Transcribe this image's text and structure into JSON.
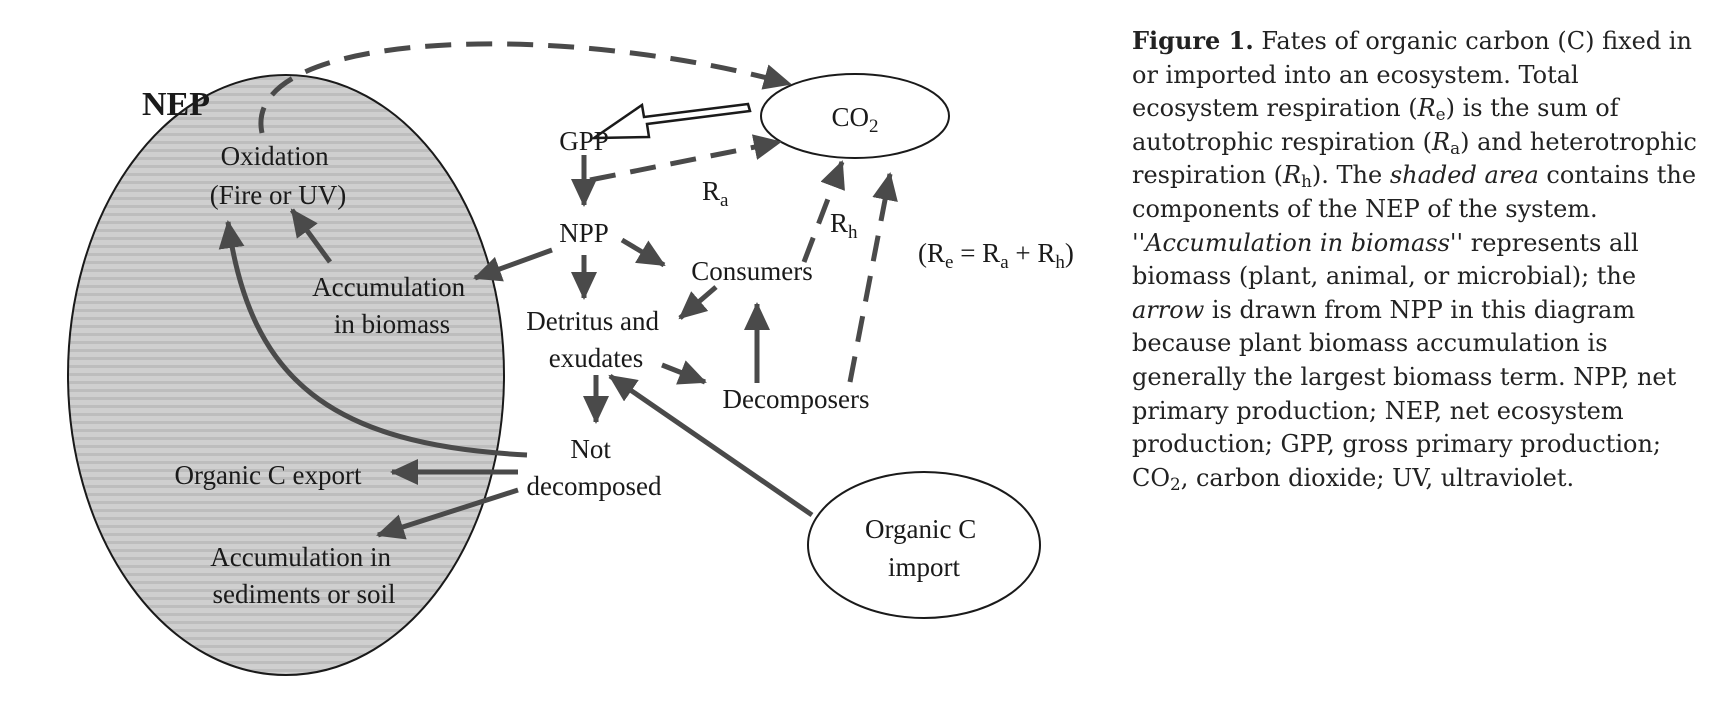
{
  "colors": {
    "arrow": "#4a4a4a",
    "ellipse_fill": "#cfcfcf",
    "ellipse_stripe": "#bdbdbd",
    "text": "#1a1a1a"
  },
  "diagram": {
    "nep_label": "NEP",
    "oxidation_line1": "Oxidation",
    "oxidation_line2": "(Fire or UV)",
    "accum_biomass_line1": "Accumulation",
    "accum_biomass_line2": "in biomass",
    "organic_export": "Organic C export",
    "accum_sediments_line1": "Accumulation in",
    "accum_sediments_line2": "sediments or soil",
    "gpp": "GPP",
    "npp": "NPP",
    "co2_main": "CO",
    "co2_sub": "2",
    "ra_main": "R",
    "ra_sub": "a",
    "rh_main": "R",
    "rh_sub": "h",
    "consumers": "Consumers",
    "detritus_line1": "Detritus and",
    "detritus_line2": "exudates",
    "decomposers": "Decomposers",
    "not_decomp_line1": "Not",
    "not_decomp_line2": "decomposed",
    "import_line1": "Organic C",
    "import_line2": "import",
    "eq_open": "(R",
    "eq_e": "e",
    "eq_mid1": " = R",
    "eq_a": "a",
    "eq_mid2": " + R",
    "eq_h": "h",
    "eq_close": ")"
  },
  "caption": {
    "heading": "Figure 1.",
    "t1": " Fates of organic carbon (C) fixed in or imported into an ecosystem. Total ecosystem respiration (",
    "re_i": "R",
    "re_sub": "e",
    "t2": ") is the sum of autotrophic respiration (",
    "ra_i": "R",
    "ra_sub": "a",
    "t3": ") and heterotrophic respiration (",
    "rh_i": "R",
    "rh_sub": "h",
    "t4": "). The ",
    "shaded": "shaded area",
    "t5": " contains the components of the NEP of the system. ''",
    "accum": "Accumulation in biomass",
    "t6": "'' represents all biomass (plant, animal, or microbial); the ",
    "arrow": "arrow",
    "t7": " is drawn from NPP in this diagram because plant biomass accumulation is generally the largest biomass term. NPP, net primary production; NEP, net ecosystem production; GPP, gross primary production; CO",
    "co2_sub": "2",
    "t8": ", carbon dioxide; UV, ultraviolet."
  }
}
